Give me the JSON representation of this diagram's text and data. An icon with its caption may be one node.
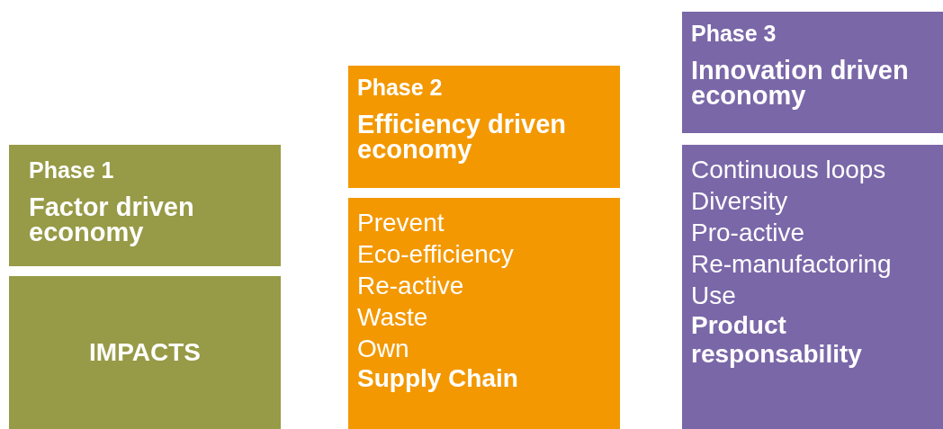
{
  "diagram": {
    "nodes": [
      {
        "text": [
          "Phase 1",
          "Factor driven economy"
        ]
      },
      {
        "text": [
          "IMPACTS"
        ]
      },
      {
        "text": [
          "Phase 2",
          "Efficiency driven economy"
        ]
      },
      {
        "text": [
          "Prevent",
          "Eco-efficiency",
          "Re-active",
          "Waste",
          "Own",
          "Supply Chain"
        ]
      },
      {
        "text": [
          "Phase 3",
          "Innovation driven economy"
        ]
      },
      {
        "text": [
          "Continuous loops",
          "Diversity",
          "Pro-active",
          "Re-manufactoring",
          "Use",
          "Product responsability"
        ]
      }
    ]
  }
}
